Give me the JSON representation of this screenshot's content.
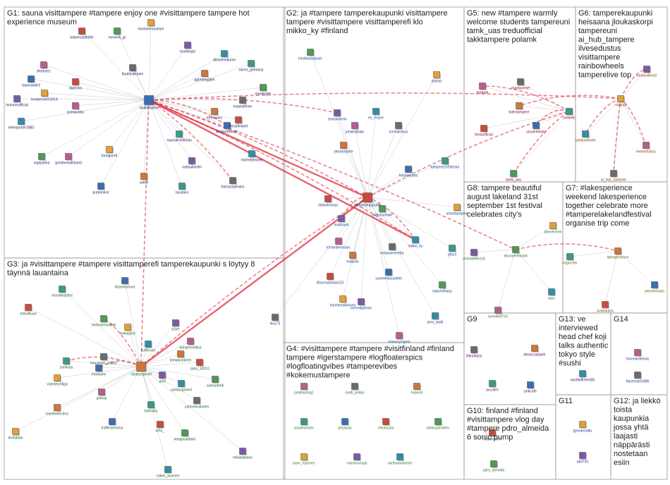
{
  "groups": [
    {
      "id": "G1",
      "title_lines": [
        "G1: sauna visittampere #tampere enjoy one #visittampere tampere hot",
        "experience museum"
      ]
    },
    {
      "id": "G2",
      "title_lines": [
        "G2: ja #tampere tamperekaupunki visittampere",
        "tampere #visittampere visittamperefi klo",
        "mikko_ky #finland"
      ]
    },
    {
      "id": "G3",
      "title_lines": [
        "G3: ja #visittampere #tampere visittamperefi tamperekaupunki s löytyy 8",
        "täynnä lauantaina"
      ]
    },
    {
      "id": "G4",
      "title_lines": [
        "G4: #visittampere #tampere #visitfinland #finland",
        "tampere #igerstampere #logfloaterspics",
        "#logfloatingvibes #tamperevibes",
        "#kokemustampere"
      ]
    },
    {
      "id": "G5",
      "title_lines": [
        "G5: new #tampere warmly",
        "welcome students tampereuni",
        "tamk_uas treduofficial",
        "takktampere polamk"
      ]
    },
    {
      "id": "G6",
      "title_lines": [
        "G6: tamperekaupunki",
        "heisaana jloukaskorpi",
        "tampereuni",
        "ai_hub_tampere",
        "ilvesedustus",
        "visittampere",
        "rainbowheels",
        "tamperelive top"
      ]
    },
    {
      "id": "G7",
      "title_lines": [
        "G7: #lakesperience",
        "weekend lakesperience",
        "together celebrate more",
        "#tamperelakelandfestival",
        "organise trip come"
      ]
    },
    {
      "id": "G8",
      "title_lines": [
        "G8: tampere beautiful",
        "august lakeland 31st",
        "september 1st festival",
        "celebrates city's"
      ]
    },
    {
      "id": "G9",
      "title_lines": [
        "G9"
      ]
    },
    {
      "id": "G10",
      "title_lines": [
        "G10: finland #finland",
        "#visittampere vlog day",
        "#tampere pdro_almeida",
        "6 sonic pump"
      ]
    },
    {
      "id": "G11",
      "title_lines": [
        "G11"
      ]
    },
    {
      "id": "G12",
      "title_lines": [
        "G12: ja liekkö",
        "toista",
        "kaupunkia",
        "jossa yhtä",
        "laajasti",
        "näppärästi",
        "nostetaan",
        "esiin"
      ]
    },
    {
      "id": "G13",
      "title_lines": [
        "G13: ve",
        "interviewed",
        "head chef koji",
        "talks authentic",
        "tokyo style",
        "#sushi"
      ]
    },
    {
      "id": "G14",
      "title_lines": [
        "G14"
      ]
    }
  ],
  "nodes": [
    {
      "id": "visittampere",
      "g": "G1",
      "big": true
    },
    {
      "id": "kalamustakello",
      "g": "G1"
    },
    {
      "id": "moomin_jp",
      "g": "G1"
    },
    {
      "id": "moominmuseum",
      "g": "G1"
    },
    {
      "id": "huuhkajat",
      "g": "G1"
    },
    {
      "id": "dieseleinkurve",
      "g": "G1"
    },
    {
      "id": "thedoerz",
      "g": "G1"
    },
    {
      "id": "tinahieikkinen",
      "g": "G1"
    },
    {
      "id": "ggbebeggbei",
      "g": "G1"
    },
    {
      "id": "ramm_germany",
      "g": "G1"
    },
    {
      "id": "baronandr3",
      "g": "G1"
    },
    {
      "id": "daarrina",
      "g": "G1"
    },
    {
      "id": "mredegbe",
      "g": "G1"
    },
    {
      "id": "lovejenssen1914",
      "g": "G1"
    },
    {
      "id": "moominofficial",
      "g": "G1"
    },
    {
      "id": "helenporter1883",
      "g": "G1"
    },
    {
      "id": "pumauskis",
      "g": "G1"
    },
    {
      "id": "maskalifoon",
      "g": "G1"
    },
    {
      "id": "emmaunu",
      "g": "G1"
    },
    {
      "id": "saunafromfinlan",
      "g": "G1"
    },
    {
      "id": "kmfamforever",
      "g": "G1"
    },
    {
      "id": "thisisfinland",
      "g": "G1"
    },
    {
      "id": "vaptyahka",
      "g": "G1"
    },
    {
      "id": "foreignerfi",
      "g": "G1"
    },
    {
      "id": "outtuullavilni",
      "g": "G1"
    },
    {
      "id": "micheldenney",
      "g": "G1"
    },
    {
      "id": "goodnewsfinland",
      "g": "G1"
    },
    {
      "id": "harrisonphotos",
      "g": "G1"
    },
    {
      "id": "wired",
      "g": "G1"
    },
    {
      "id": "lacutara",
      "g": "G1"
    },
    {
      "id": "puntomice",
      "g": "G1"
    },
    {
      "id": "tamperekaupunki",
      "g": "G2",
      "big": true
    },
    {
      "id": "kirsikkaisalpain",
      "g": "G2"
    },
    {
      "id": "lisahar",
      "g": "G2"
    },
    {
      "id": "zarkanniemi",
      "g": "G2"
    },
    {
      "id": "eu_mayor",
      "g": "G2"
    },
    {
      "id": "juhakokkala",
      "g": "G2"
    },
    {
      "id": "sorinakirkus",
      "g": "G2"
    },
    {
      "id": "ylestampere",
      "g": "G2"
    },
    {
      "id": "tampere2026team",
      "g": "G2"
    },
    {
      "id": "hiedanranta",
      "g": "G2"
    },
    {
      "id": "mikkolinmaa",
      "g": "G2"
    },
    {
      "id": "anttaisomaki",
      "g": "G2"
    },
    {
      "id": "smarttampere",
      "g": "G2"
    },
    {
      "id": "kvallsaari",
      "g": "G2"
    },
    {
      "id": "mikko_ky",
      "g": "G2"
    },
    {
      "id": "tchambermusic",
      "g": "G2"
    },
    {
      "id": "kelasaenreetta",
      "g": "G2"
    },
    {
      "id": "maipitai",
      "g": "G2"
    },
    {
      "id": "gfacit",
      "g": "G2"
    },
    {
      "id": "suomenkuvalehti",
      "g": "G2"
    },
    {
      "id": "diracmubarak123",
      "g": "G2"
    },
    {
      "id": "raijoveliharju",
      "g": "G2"
    },
    {
      "id": "hannesrakkonen",
      "g": "G2"
    },
    {
      "id": "serendipiteen",
      "g": "G2"
    },
    {
      "id": "anni_lantti",
      "g": "G2"
    },
    {
      "id": "ninevnymgren",
      "g": "G2"
    },
    {
      "id": "kius73",
      "g": "G2"
    },
    {
      "id": "visittamperefi",
      "g": "G3",
      "big": true
    },
    {
      "id": "musakirjastot",
      "g": "G3"
    },
    {
      "id": "kirjastoseura",
      "g": "G3"
    },
    {
      "id": "trakulttuuri",
      "g": "G3"
    },
    {
      "id": "metsonmusiikki",
      "g": "G3"
    },
    {
      "id": "trekirjasto",
      "g": "G3"
    },
    {
      "id": "k2tre",
      "g": "G3"
    },
    {
      "id": "kultforum",
      "g": "G3"
    },
    {
      "id": "tamperestikka",
      "g": "G3"
    },
    {
      "id": "knuutinen_mikko",
      "g": "G3"
    },
    {
      "id": "tomipkolalnen",
      "g": "G3"
    },
    {
      "id": "zarikorju",
      "g": "G3"
    },
    {
      "id": "mankami",
      "g": "G3"
    },
    {
      "id": "sami_10010",
      "g": "G3"
    },
    {
      "id": "samuelehti",
      "g": "G3"
    },
    {
      "id": "vashtenelliga",
      "g": "G3"
    },
    {
      "id": "ariel",
      "g": "G3"
    },
    {
      "id": "partacapnord",
      "g": "G3"
    },
    {
      "id": "pirkeai",
      "g": "G3"
    },
    {
      "id": "zamsekoskinen",
      "g": "G3"
    },
    {
      "id": "travelwithctina",
      "g": "G3"
    },
    {
      "id": "trafinaku",
      "g": "G3"
    },
    {
      "id": "trafilharmonia",
      "g": "G3"
    },
    {
      "id": "teho_",
      "g": "G3"
    },
    {
      "id": "kangasalatalo",
      "g": "G3"
    },
    {
      "id": "kivifaktaa",
      "g": "G3"
    },
    {
      "id": "mikatalpaius",
      "g": "G3"
    },
    {
      "id": "cakeit_auvinen",
      "g": "G3"
    },
    {
      "id": "pinkfloating1",
      "g": "G4"
    },
    {
      "id": "matti_pollari",
      "g": "G4"
    },
    {
      "id": "hepenti",
      "g": "G4"
    },
    {
      "id": "paulimonam",
      "g": "G4"
    },
    {
      "id": "prtyasaa",
      "g": "G4"
    },
    {
      "id": "riitvasuula",
      "g": "G4"
    },
    {
      "id": "pirkkopiirainen",
      "g": "G4"
    },
    {
      "id": "paivi_reponen",
      "g": "G4"
    },
    {
      "id": "valonkuvaaja",
      "g": "G4"
    },
    {
      "id": "saritaaduhamel",
      "g": "G4"
    },
    {
      "id": "nuppua",
      "g": "G5"
    },
    {
      "id": "martiaveme",
      "g": "G5"
    },
    {
      "id": "talentampere",
      "g": "G5"
    },
    {
      "id": "polamk",
      "g": "G5"
    },
    {
      "id": "ursulehelsky",
      "g": "G5"
    },
    {
      "id": "treduofficial",
      "g": "G5"
    },
    {
      "id": "tamk_uas",
      "g": "G5"
    },
    {
      "id": "mihkail",
      "g": "G6"
    },
    {
      "id": "tuulaasikorpi",
      "g": "G6"
    },
    {
      "id": "rainbowheels",
      "g": "G6"
    },
    {
      "id": "ilvesedustus",
      "g": "G6"
    },
    {
      "id": "ai_hub_tampere",
      "g": "G6"
    },
    {
      "id": "lakesperience",
      "g": "G7"
    },
    {
      "id": "x3grochh",
      "g": "G7"
    },
    {
      "id": "animenkoulu",
      "g": "G7"
    },
    {
      "id": "ackilakana",
      "g": "G7"
    },
    {
      "id": "discoverfinland",
      "g": "G8"
    },
    {
      "id": "aireverinen",
      "g": "G8"
    },
    {
      "id": "michaelderry3",
      "g": "G8"
    },
    {
      "id": "ippu",
      "g": "G8"
    },
    {
      "id": "sunvitie0710",
      "g": "G8"
    },
    {
      "id": "3dealepoy",
      "g": "G9"
    },
    {
      "id": "ideascoutpark",
      "g": "G9"
    },
    {
      "id": "accuteri",
      "g": "G9"
    },
    {
      "id": "pekcafe",
      "g": "G9"
    },
    {
      "id": "lasarikonen",
      "g": "G10"
    },
    {
      "id": "pdro_almeida",
      "g": "G10"
    },
    {
      "id": "gyorannattu",
      "g": "G11"
    },
    {
      "id": "ak0720",
      "g": "G11"
    },
    {
      "id": "worldoffreem05",
      "g": "G13"
    },
    {
      "id": "foonnardelcaq",
      "g": "G14"
    },
    {
      "id": "fducheste1886",
      "g": "G14"
    }
  ],
  "colors": {
    "G1": "#1c1c6e",
    "G2": "#1a3f8f",
    "G3": "#1e5e28",
    "G4": "#2f7a2f",
    "G5": "#8b0018",
    "G6": "#8b3a00",
    "G7": "#6b5a00",
    "G8": "#2e6b2e",
    "G9": "#6b0060",
    "G10": "#2a6e4e",
    "G11": "#2a2a8b",
    "G12": "#4a4a4a",
    "G13": "#1b1b6b",
    "G14": "#1b3b8b",
    "edge_red": "#d9455a",
    "edge_gray": "#9a9a9a",
    "frame": "#9a9a9a"
  },
  "edges": [
    [
      "visittampere",
      "tamperekaupunki"
    ],
    [
      "visittampere",
      "visittamperefi"
    ],
    [
      "visittampere",
      "mikko_ky"
    ],
    [
      "visittampere",
      "discoverfinland"
    ],
    [
      "visittampere",
      "mihkail"
    ],
    [
      "visittampere",
      "harrisonphotos"
    ],
    [
      "visittampere",
      "kmfamforever"
    ],
    [
      "visittampere",
      "zarkanniemi"
    ],
    [
      "tamperekaupunki",
      "visittamperefi"
    ],
    [
      "tamperekaupunki",
      "kvallsaari"
    ],
    [
      "tamperekaupunki",
      "mikko_ky"
    ],
    [
      "tamperekaupunki",
      "polamk"
    ],
    [
      "mihkail",
      "rainbowheels"
    ],
    [
      "mihkail",
      "ilvesedustus"
    ],
    [
      "mihkail",
      "ai_hub_tampere"
    ],
    [
      "mihkail",
      "talentampere"
    ],
    [
      "mihkail",
      "tuulaasikorpi"
    ],
    [
      "discoverfinland",
      "lakesperience"
    ],
    [
      "polamk",
      "ursulehelsky"
    ],
    [
      "polamk",
      "nuppua"
    ],
    [
      "tamk_uas",
      "polamk"
    ],
    [
      "visittamperefi",
      "zarikorju"
    ],
    [
      "visittamperefi",
      "mankami"
    ],
    [
      "visittamperefi",
      "metsonmusiikki"
    ]
  ]
}
